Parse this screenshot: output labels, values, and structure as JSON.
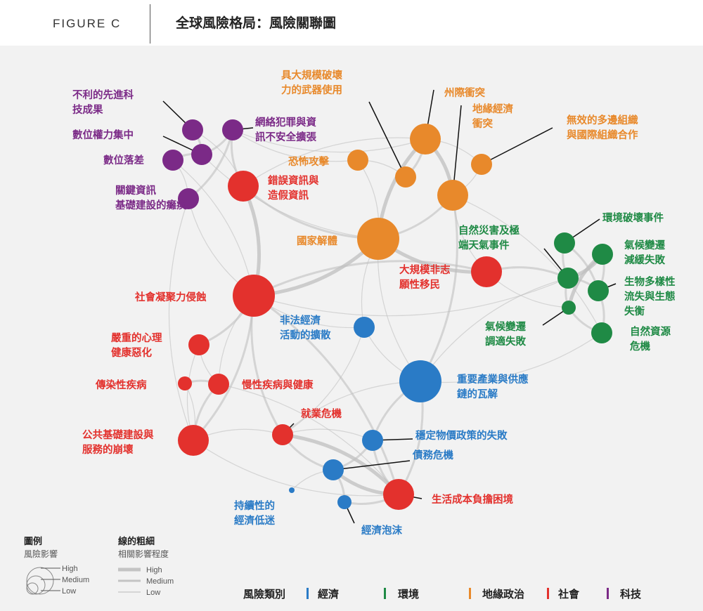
{
  "header": {
    "figure_label": "FIGURE C",
    "title": "全球風險格局：風險關聯圖"
  },
  "colors": {
    "economic": "#2a7bc6",
    "environmental": "#1f8a45",
    "geopolitical": "#e8892b",
    "societal": "#e3312d",
    "technological": "#7b2a87",
    "edge": "#bfbfbf",
    "panel": "#f2f2f2"
  },
  "nodes": [
    {
      "id": "tech_adverse",
      "cat": "technological",
      "size": "low",
      "label": [
        "不利的先進科",
        "技成果"
      ]
    },
    {
      "id": "digital_power",
      "cat": "technological",
      "size": "low",
      "label": [
        "數位權力集中"
      ]
    },
    {
      "id": "digital_gap",
      "cat": "technological",
      "size": "low",
      "label": [
        "數位落差"
      ]
    },
    {
      "id": "info_infra",
      "cat": "technological",
      "size": "low",
      "label": [
        "關鍵資訊",
        "基礎建設的癱瘓"
      ]
    },
    {
      "id": "cyber",
      "cat": "technological",
      "size": "low",
      "label": [
        "網絡犯罪與資",
        "訊不安全擴張"
      ]
    },
    {
      "id": "misinfo",
      "cat": "societal",
      "size": "medium",
      "label": [
        "錯誤資訊與",
        "造假資訊"
      ]
    },
    {
      "id": "terror",
      "cat": "geopolitical",
      "size": "low",
      "label": [
        "恐怖攻擊"
      ]
    },
    {
      "id": "wmd",
      "cat": "geopolitical",
      "size": "low",
      "label": [
        "具大規模破壞",
        "力的武器使用"
      ]
    },
    {
      "id": "interstate",
      "cat": "geopolitical",
      "size": "medium",
      "label": [
        "州際衝突"
      ]
    },
    {
      "id": "geoecon",
      "cat": "geopolitical",
      "size": "medium",
      "label": [
        "地緣經濟",
        "衝突"
      ]
    },
    {
      "id": "multilateral",
      "cat": "geopolitical",
      "size": "low",
      "label": [
        "無效的多邊組織",
        "與國際組織合作"
      ]
    },
    {
      "id": "state_collapse",
      "cat": "geopolitical",
      "size": "high",
      "label": [
        "國家解體"
      ]
    },
    {
      "id": "migration",
      "cat": "societal",
      "size": "medium",
      "label": [
        "大規模非志",
        "願性移民"
      ]
    },
    {
      "id": "social_cohesion",
      "cat": "societal",
      "size": "high",
      "label": [
        "社會凝聚力侵蝕"
      ]
    },
    {
      "id": "illicit",
      "cat": "economic",
      "size": "low",
      "label": [
        "非法經濟",
        "活動的擴散"
      ]
    },
    {
      "id": "mental",
      "cat": "societal",
      "size": "low",
      "label": [
        "嚴重的心理",
        "健康惡化"
      ]
    },
    {
      "id": "infectious",
      "cat": "societal",
      "size": "tiny",
      "label": [
        "傳染性疾病"
      ]
    },
    {
      "id": "chronic",
      "cat": "societal",
      "size": "low",
      "label": [
        "慢性疾病與健康"
      ]
    },
    {
      "id": "infra_collapse",
      "cat": "societal",
      "size": "medium",
      "label": [
        "公共基礎建設與",
        "服務的崩壞"
      ]
    },
    {
      "id": "employment",
      "cat": "societal",
      "size": "low",
      "label": [
        "就業危機"
      ]
    },
    {
      "id": "supply_chain",
      "cat": "economic",
      "size": "high",
      "label": [
        "重要產業與供應",
        "鏈的瓦解"
      ]
    },
    {
      "id": "price",
      "cat": "economic",
      "size": "low",
      "label": [
        "穩定物價政策的失敗"
      ]
    },
    {
      "id": "debt",
      "cat": "economic",
      "size": "low",
      "label": [
        "債務危機"
      ]
    },
    {
      "id": "bubble",
      "cat": "economic",
      "size": "tiny",
      "label": [
        "經濟泡沫"
      ]
    },
    {
      "id": "stagnation",
      "cat": "economic",
      "size": "dot",
      "label": [
        "持續性的",
        "經濟低迷"
      ]
    },
    {
      "id": "cost_living",
      "cat": "societal",
      "size": "medium",
      "label": [
        "生活成本負擔困境"
      ]
    },
    {
      "id": "env_damage",
      "cat": "environmental",
      "size": "low",
      "label": [
        "環境破壞事件"
      ]
    },
    {
      "id": "natural_disaster",
      "cat": "environmental",
      "size": "low",
      "label": [
        "自然災害及極",
        "端天氣事件"
      ]
    },
    {
      "id": "climate_mitigation",
      "cat": "environmental",
      "size": "low",
      "label": [
        "氣候變遷",
        "減緩失敗"
      ]
    },
    {
      "id": "biodiversity",
      "cat": "environmental",
      "size": "low",
      "label": [
        "生物多樣性",
        "流失與生態",
        "失衡"
      ]
    },
    {
      "id": "climate_adapt",
      "cat": "environmental",
      "size": "tiny",
      "label": [
        "氣候變遷",
        "調適失敗"
      ]
    },
    {
      "id": "resources",
      "cat": "environmental",
      "size": "low",
      "label": [
        "自然資源",
        "危機"
      ]
    }
  ],
  "edges": [
    {
      "a": "tech_adverse",
      "b": "digital_power",
      "w": 2
    },
    {
      "a": "digital_power",
      "b": "digital_gap",
      "w": 2
    },
    {
      "a": "digital_gap",
      "b": "info_infra",
      "w": 1
    },
    {
      "a": "digital_power",
      "b": "cyber",
      "w": 2
    },
    {
      "a": "cyber",
      "b": "info_infra",
      "w": 2
    },
    {
      "a": "cyber",
      "b": "misinfo",
      "w": 2
    },
    {
      "a": "misinfo",
      "b": "social_cohesion",
      "w": 3
    },
    {
      "a": "misinfo",
      "b": "state_collapse",
      "w": 2
    },
    {
      "a": "digital_gap",
      "b": "social_cohesion",
      "w": 1
    },
    {
      "a": "info_infra",
      "b": "infra_collapse",
      "w": 1
    },
    {
      "a": "tech_adverse",
      "b": "misinfo",
      "w": 1
    },
    {
      "a": "cyber",
      "b": "interstate",
      "w": 1
    },
    {
      "a": "terror",
      "b": "state_collapse",
      "w": 1
    },
    {
      "a": "wmd",
      "b": "interstate",
      "w": 2
    },
    {
      "a": "interstate",
      "b": "geoecon",
      "w": 3
    },
    {
      "a": "interstate",
      "b": "state_collapse",
      "w": 3
    },
    {
      "a": "geoecon",
      "b": "state_collapse",
      "w": 2
    },
    {
      "a": "multilateral",
      "b": "interstate",
      "w": 1
    },
    {
      "a": "multilateral",
      "b": "geoecon",
      "w": 1
    },
    {
      "a": "state_collapse",
      "b": "migration",
      "w": 3
    },
    {
      "a": "state_collapse",
      "b": "social_cohesion",
      "w": 3
    },
    {
      "a": "state_collapse",
      "b": "illicit",
      "w": 1
    },
    {
      "a": "geoecon",
      "b": "supply_chain",
      "w": 2
    },
    {
      "a": "geoecon",
      "b": "migration",
      "w": 1
    },
    {
      "a": "migration",
      "b": "natural_disaster",
      "w": 2
    },
    {
      "a": "migration",
      "b": "social_cohesion",
      "w": 2
    },
    {
      "a": "social_cohesion",
      "b": "mental",
      "w": 2
    },
    {
      "a": "social_cohesion",
      "b": "chronic",
      "w": 1
    },
    {
      "a": "social_cohesion",
      "b": "infra_collapse",
      "w": 2
    },
    {
      "a": "social_cohesion",
      "b": "employment",
      "w": 2
    },
    {
      "a": "social_cohesion",
      "b": "cost_living",
      "w": 2
    },
    {
      "a": "mental",
      "b": "chronic",
      "w": 1
    },
    {
      "a": "infectious",
      "b": "chronic",
      "w": 2
    },
    {
      "a": "chronic",
      "b": "infra_collapse",
      "w": 2
    },
    {
      "a": "infra_collapse",
      "b": "employment",
      "w": 1
    },
    {
      "a": "infra_collapse",
      "b": "cost_living",
      "w": 1
    },
    {
      "a": "employment",
      "b": "cost_living",
      "w": 3
    },
    {
      "a": "employment",
      "b": "debt",
      "w": 2
    },
    {
      "a": "employment",
      "b": "price",
      "w": 1
    },
    {
      "a": "supply_chain",
      "b": "price",
      "w": 2
    },
    {
      "a": "supply_chain",
      "b": "cost_living",
      "w": 2
    },
    {
      "a": "supply_chain",
      "b": "employment",
      "w": 1
    },
    {
      "a": "price",
      "b": "debt",
      "w": 2
    },
    {
      "a": "debt",
      "b": "cost_living",
      "w": 3
    },
    {
      "a": "debt",
      "b": "bubble",
      "w": 2
    },
    {
      "a": "bubble",
      "b": "cost_living",
      "w": 2
    },
    {
      "a": "stagnation",
      "b": "debt",
      "w": 1
    },
    {
      "a": "price",
      "b": "cost_living",
      "w": 2
    },
    {
      "a": "illicit",
      "b": "employment",
      "w": 1
    },
    {
      "a": "illicit",
      "b": "supply_chain",
      "w": 1
    },
    {
      "a": "natural_disaster",
      "b": "env_damage",
      "w": 2
    },
    {
      "a": "natural_disaster",
      "b": "climate_mitigation",
      "w": 3
    },
    {
      "a": "natural_disaster",
      "b": "biodiversity",
      "w": 2
    },
    {
      "a": "natural_disaster",
      "b": "climate_adapt",
      "w": 2
    },
    {
      "a": "climate_mitigation",
      "b": "biodiversity",
      "w": 2
    },
    {
      "a": "climate_mitigation",
      "b": "climate_adapt",
      "w": 3
    },
    {
      "a": "biodiversity",
      "b": "resources",
      "w": 2
    },
    {
      "a": "climate_adapt",
      "b": "resources",
      "w": 2
    },
    {
      "a": "env_damage",
      "b": "biodiversity",
      "w": 2
    },
    {
      "a": "natural_disaster",
      "b": "supply_chain",
      "w": 1
    },
    {
      "a": "resources",
      "b": "supply_chain",
      "w": 1
    },
    {
      "a": "resources",
      "b": "geoecon",
      "w": 1
    },
    {
      "a": "climate_adapt",
      "b": "migration",
      "w": 1
    },
    {
      "a": "info_infra",
      "b": "social_cohesion",
      "w": 1
    },
    {
      "a": "terror",
      "b": "wmd",
      "w": 1
    },
    {
      "a": "cyber",
      "b": "terror",
      "w": 1
    },
    {
      "a": "misinfo",
      "b": "interstate",
      "w": 1
    },
    {
      "a": "mental",
      "b": "infra_collapse",
      "w": 1
    },
    {
      "a": "illicit",
      "b": "social_cohesion",
      "w": 1
    },
    {
      "a": "state_collapse",
      "b": "supply_chain",
      "w": 1
    },
    {
      "a": "infectious",
      "b": "infra_collapse",
      "w": 1
    },
    {
      "a": "digital_power",
      "b": "state_collapse",
      "w": 1
    },
    {
      "a": "chronic",
      "b": "cost_living",
      "w": 1
    },
    {
      "a": "social_cohesion",
      "b": "natural_disaster",
      "w": 1
    }
  ],
  "legend": {
    "impact_title": "圖例",
    "impact_subtitle": "風險影響",
    "impact_levels": [
      "High",
      "Medium",
      "Low"
    ],
    "thickness_title": "線的粗細",
    "thickness_subtitle": "相關影響程度",
    "thickness_levels": [
      "High",
      "Medium",
      "Low"
    ]
  },
  "categories": {
    "title": "風險類別",
    "items": [
      {
        "key": "economic",
        "label": "經濟"
      },
      {
        "key": "environmental",
        "label": "環境"
      },
      {
        "key": "geopolitical",
        "label": "地緣政治"
      },
      {
        "key": "societal",
        "label": "社會"
      },
      {
        "key": "technological",
        "label": "科技"
      }
    ]
  }
}
